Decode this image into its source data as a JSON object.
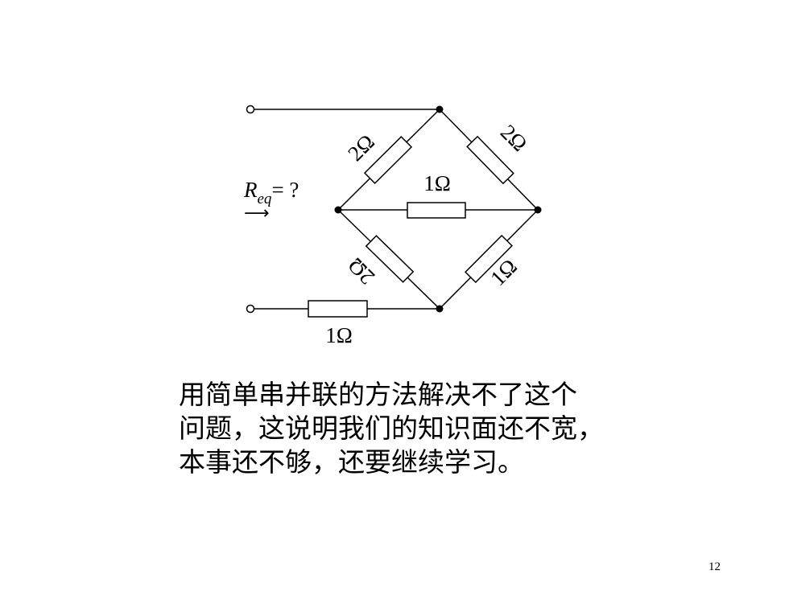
{
  "diagram": {
    "resistors": {
      "top_left": "2Ω",
      "top_right": "2Ω",
      "middle": "1Ω",
      "bottom_left": "2Ω",
      "bottom_right": "1Ω",
      "series": "1Ω"
    },
    "req": {
      "symbol": "R",
      "subscript": "eq",
      "suffix": "= ?",
      "arrow": "⟶"
    }
  },
  "caption": {
    "line1": "用简单串并联的方法解决不了这个",
    "line2": "问题，这说明我们的知识面还不宽，",
    "line3": "本事还不够，还要继续学习。"
  },
  "page_number": "12"
}
